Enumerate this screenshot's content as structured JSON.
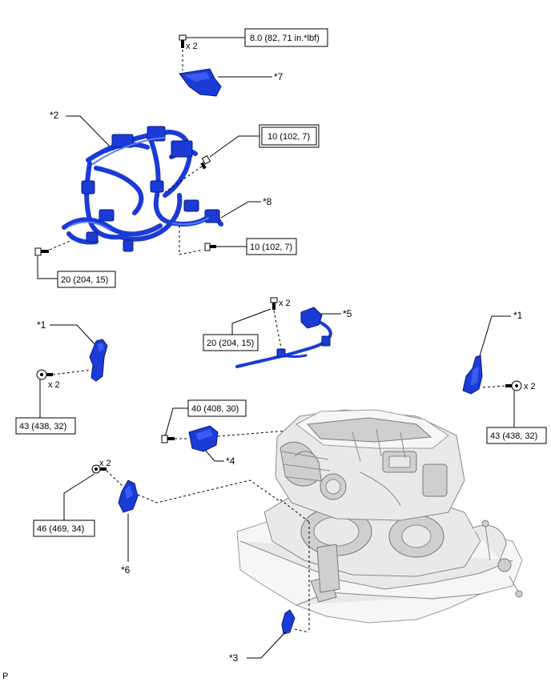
{
  "torque": {
    "t1": "8.0 (82, 71 in.*lbf)",
    "t2": "10 (102, 7)",
    "t3": "10 (102, 7)",
    "t4": "20 (204, 15)",
    "t5": "20 (204, 15)",
    "t6": "43 (438, 32)",
    "t7": "43 (438, 32)",
    "t8": "40 (408, 30)",
    "t9": "46 (469, 34)"
  },
  "qty": {
    "q7": "x 2",
    "q5": "x 2",
    "q1l": "x 2",
    "q1r": "x 2",
    "q6": "x 2"
  },
  "callouts": {
    "c7": "*7",
    "c2": "*2",
    "c8": "*8",
    "c1l": "*1",
    "c5": "*5",
    "c1r": "*1",
    "c4": "*4",
    "c6": "*6",
    "c3": "*3"
  },
  "corner_letter": "P",
  "colors": {
    "part_blue": "#1a3bd6",
    "engine_gray": "#e9e9e9"
  }
}
